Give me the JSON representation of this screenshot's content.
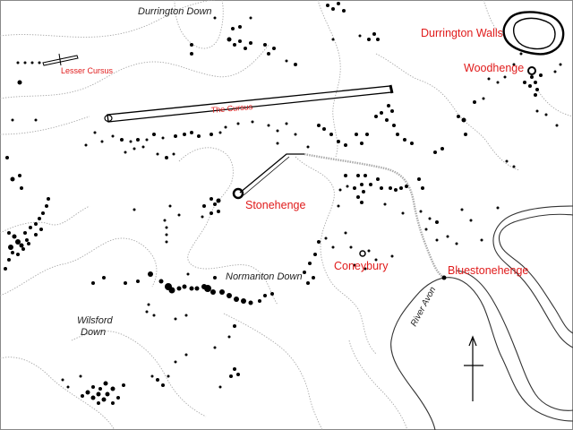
{
  "colors": {
    "accent_red": "#e01b1b",
    "ink": "#000000",
    "contour": "#a8a8a8"
  },
  "labels": {
    "durrington_down": "Durrington Down",
    "durrington_walls": "Durrington Walls",
    "woodhenge": "Woodhenge",
    "lesser_cursus": "Lesser Cursus",
    "the_cursus": "The Cursus",
    "stonehenge": "Stonehenge",
    "coneybury": "Coneybury",
    "bluestonehenge": "Bluestonehenge",
    "normanton_down": "Normanton Down",
    "wilsford_down_1": "Wilsford",
    "wilsford_down_2": "Down",
    "river_avon": "River Avon"
  },
  "icons": {
    "north_arrow": "north-arrow-icon"
  }
}
